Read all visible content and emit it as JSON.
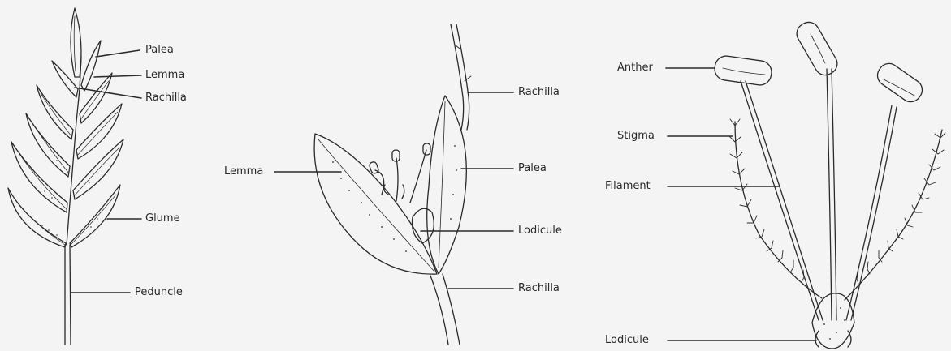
{
  "panels": {
    "spikelet": {
      "labels": {
        "palea": "Palea",
        "lemma": "Lemma",
        "rachilla": "Rachilla",
        "glume": "Glume",
        "peduncle": "Peduncle"
      }
    },
    "floret": {
      "labels": {
        "rachilla_top": "Rachilla",
        "lemma": "Lemma",
        "palea": "Palea",
        "lodicule": "Lodicule",
        "rachilla_bottom": "Rachilla"
      }
    },
    "flower": {
      "labels": {
        "anther": "Anther",
        "stigma": "Stigma",
        "filament": "Filament",
        "lodicule": "Lodicule"
      }
    }
  },
  "colors": {
    "background": "#f4f4f4",
    "ink": "#2a2a2a"
  }
}
